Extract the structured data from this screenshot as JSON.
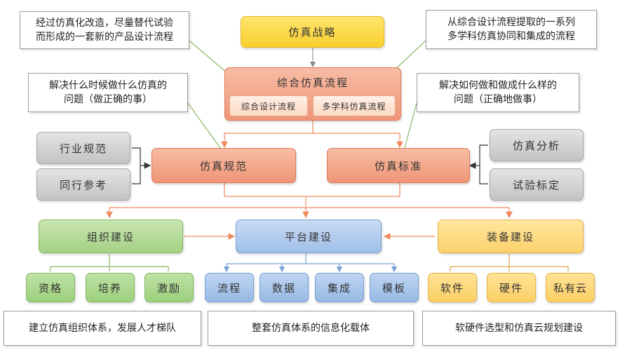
{
  "top": {
    "strategy": "仿真战略"
  },
  "process": {
    "title": "综合仿真流程",
    "sub_left": "综合设计流程",
    "sub_right": "多学科仿真流程"
  },
  "middle": {
    "spec": "仿真规范",
    "standard": "仿真标准",
    "left_inputs": [
      "行业规范",
      "同行参考"
    ],
    "right_inputs": [
      "仿真分析",
      "试验标定"
    ]
  },
  "pillars": {
    "org": {
      "title": "组织建设",
      "items": [
        "资格",
        "培养",
        "激励"
      ],
      "desc": "建立仿真组织体系，发展人才梯队"
    },
    "platform": {
      "title": "平台建设",
      "items": [
        "流程",
        "数据",
        "集成",
        "模板"
      ],
      "desc": "整套仿真体系的信息化载体"
    },
    "equip": {
      "title": "装备建设",
      "items": [
        "软件",
        "硬件",
        "私有云"
      ],
      "desc": "软硬件选型和仿真云规划建设"
    }
  },
  "notes": {
    "top_left": [
      "经过仿真化改造，尽量替代试验",
      "而形成的一套新的产品设计流程"
    ],
    "top_right": [
      "从综合设计流程提取的一系列",
      "多学科仿真协同和集成的流程"
    ],
    "mid_left": [
      "解决什么时候做什么仿真的",
      "问题（做正确的事）"
    ],
    "mid_right": [
      "解决如何做和做成什么样的",
      "问题（正确地做事）"
    ]
  },
  "colors": {
    "yellow": "#f9cf2e",
    "orange": "#ef9677",
    "gray": "#c3c3c3",
    "green": "#a3d183",
    "blue": "#9fbfe8",
    "gold": "#fcd16a",
    "line_orange": "#ef8a5e",
    "line_blue": "#7aa0d4",
    "line_gray": "#999999",
    "line_green": "#8ab86a"
  }
}
